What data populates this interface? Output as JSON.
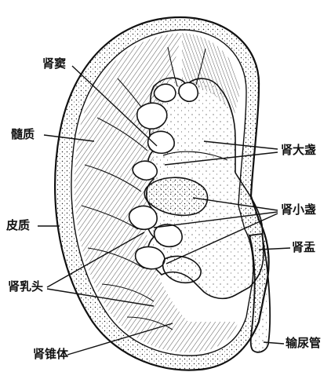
{
  "figure": {
    "labels": {
      "renal_sinus": "肾窦",
      "medulla": "髓质",
      "major_calyx": "肾大盏",
      "cortex": "皮质",
      "minor_calyx": "肾小盏",
      "renal_pelvis": "肾盂",
      "renal_papilla": "肾乳头",
      "renal_pyramid": "肾锥体",
      "ureter": "输尿管"
    },
    "colors": {
      "ink": "#111111",
      "paper": "#ffffff"
    }
  }
}
